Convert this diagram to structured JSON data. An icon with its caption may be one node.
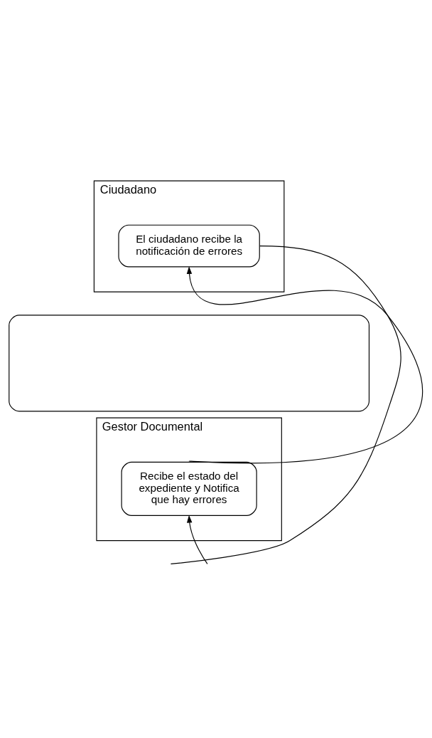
{
  "diagram": {
    "nodes": [
      {
        "text": [
          "Ciudadano"
        ]
      },
      {
        "text": [
          "El ciudadano recibe la notificación de errores"
        ],
        "in": 0
      },
      {
        "text": [],
        "shape": "band"
      },
      {
        "text": [
          "Gestor Documental"
        ]
      },
      {
        "text": [
          "Recibe el estado del expediente y Notifica que hay errores"
        ],
        "in": 3
      }
    ],
    "edges": [
      {
        "from": 4,
        "to": 1,
        "arrow": "to"
      },
      {
        "from": 1,
        "to": null,
        "arrow": "none"
      },
      {
        "from": null,
        "to": 4,
        "arrow": "to"
      }
    ]
  }
}
